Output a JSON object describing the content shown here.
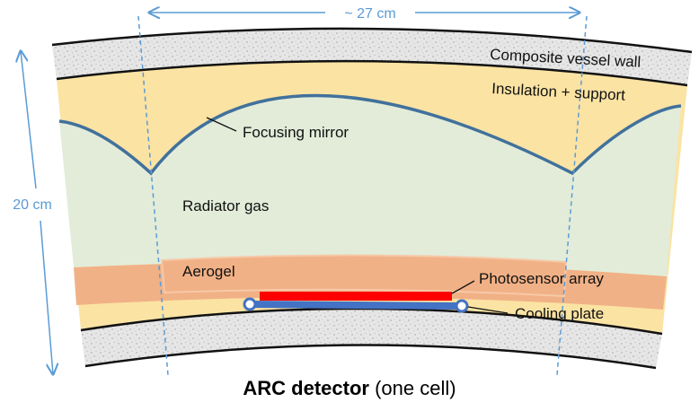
{
  "labels": {
    "vessel_wall": "Composite vessel wall",
    "insulation": "Insulation + support",
    "mirror": "Focusing mirror",
    "gas": "Radiator gas",
    "aerogel": "Aerogel",
    "photosensor": "Photosensor array",
    "cooling": "Cooling plate"
  },
  "dimensions": {
    "width": "~ 27 cm",
    "height": "20 cm"
  },
  "caption": {
    "bold": "ARC detector",
    "rest": " (one cell)"
  },
  "colors": {
    "vessel_wall": "#e6e6e6",
    "insulation": "#fbe3a3",
    "gas": "#e2ecd9",
    "aerogel": "#f1b186",
    "photosensor": "#ff0000",
    "cooling": "#4472c4",
    "mirror": "#41719c",
    "dimension": "#5b9bd5"
  }
}
